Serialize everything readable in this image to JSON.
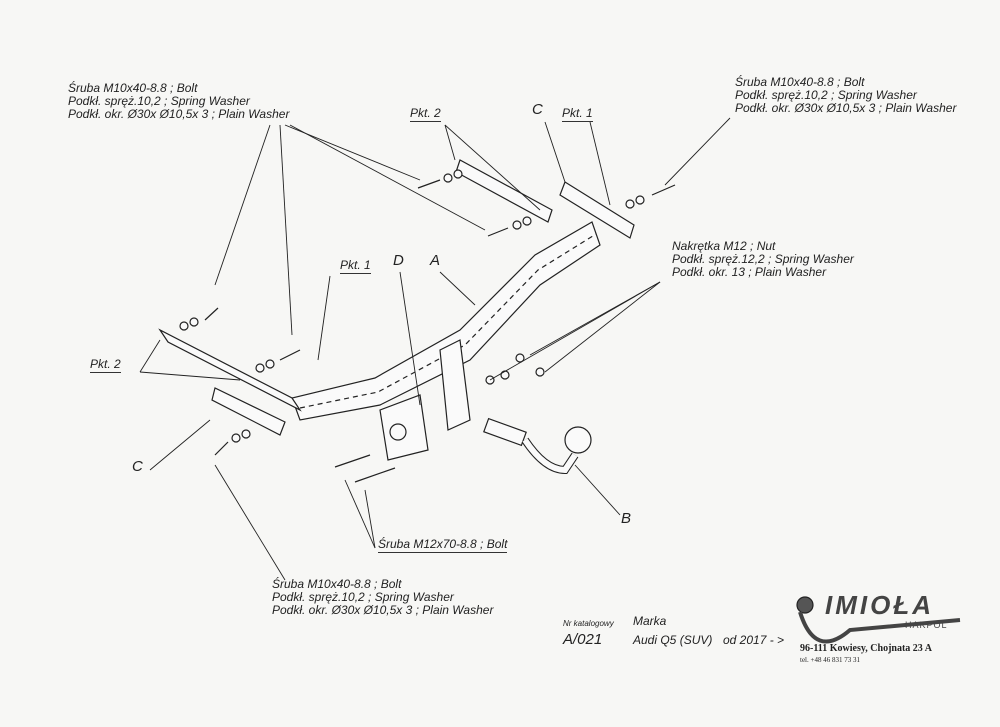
{
  "callouts": {
    "top_left": [
      "Śruba M10x40-8.8 ;  Bolt",
      "Podkł. spręż.10,2 ; Spring Washer",
      "Podkł. okr.  Ø30x Ø10,5x 3 ; Plain Washer"
    ],
    "top_right": [
      "Śruba M10x40-8.8 ;  Bolt",
      "Podkł. spręż.10,2 ; Spring Washer",
      "Podkł. okr.  Ø30x Ø10,5x 3 ; Plain Washer"
    ],
    "nut": [
      "Nakrętka  M12 ; Nut",
      "Podkł. spręż.12,2 ; Spring Washer",
      "Podkł. okr. 13 ; Plain Washer"
    ],
    "bottom_left": [
      "Śruba M10x40-8.8 ;  Bolt",
      "Podkł. spręż.10,2 ; Spring Washer",
      "Podkł. okr.  Ø30x Ø10,5x 3 ; Plain Washer"
    ],
    "bolt_m12": "Śruba M12x70-8.8 ;  Bolt"
  },
  "markers": {
    "pkt2_top": "Pkt. 2",
    "c_top": "C",
    "pkt1_top": "Pkt. 1",
    "pkt1_mid": "Pkt. 1",
    "d": "D",
    "a": "A",
    "pkt2_left": "Pkt. 2",
    "c_left": "C",
    "b": "B"
  },
  "footer": {
    "catalog_label": "Nr katalogowy",
    "catalog_no": "A/021",
    "make_label": "Marka",
    "make": "Audi Q5 (SUV)",
    "from": "od 2017 - >",
    "logo": "IMIOŁA",
    "logo_sub": "HAKPOL",
    "address": "96-111 Kowiesy, Chojnata 23 A",
    "tel": "tel. +48 46 831 73 31"
  }
}
